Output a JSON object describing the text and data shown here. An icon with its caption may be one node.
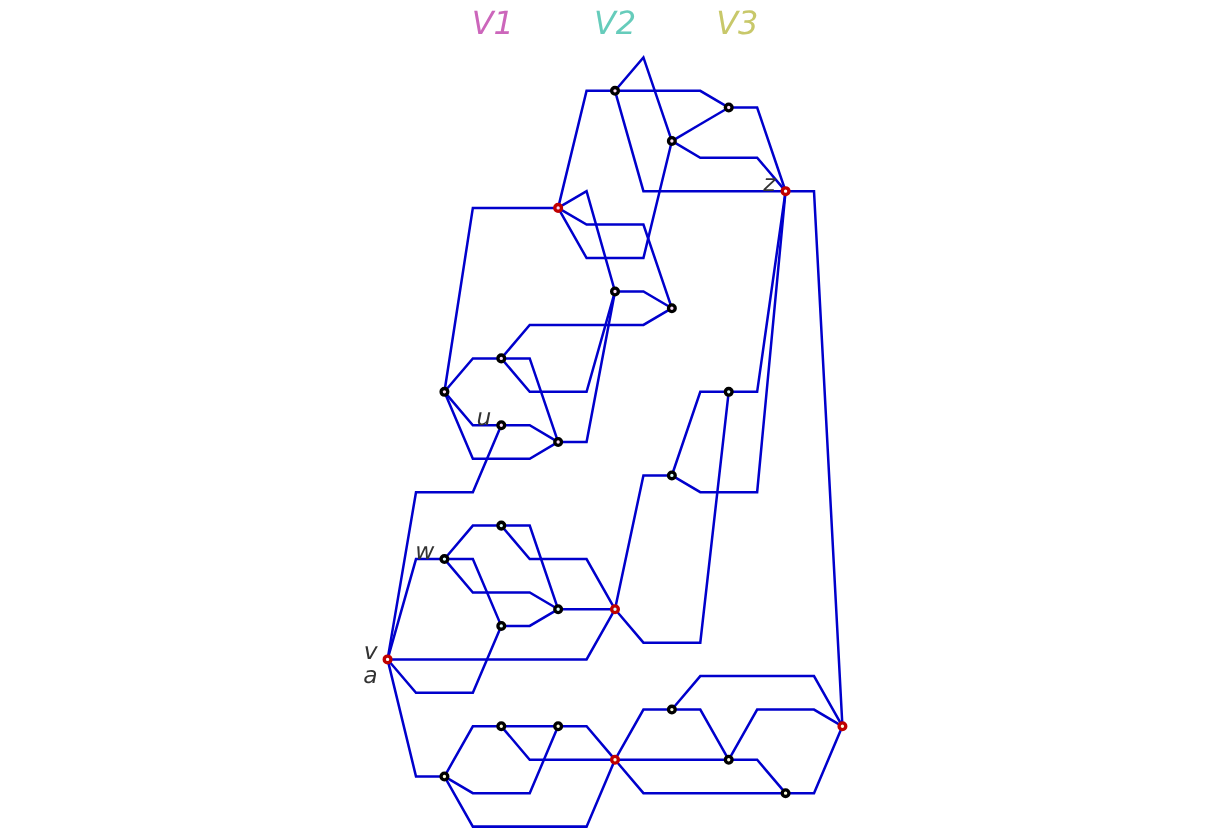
{
  "diagram": {
    "nodes": [
      {
        "text": [],
        "shape": "circle"
      },
      {
        "text": [],
        "shape": "circle"
      },
      {
        "text": [],
        "shape": "circle"
      },
      {
        "text": [],
        "shape": "circle"
      },
      {
        "text": [],
        "shape": "circle",
        "beside": [
          "u"
        ]
      },
      {
        "text": [],
        "shape": "circle"
      },
      {
        "text": [],
        "shape": "circle"
      },
      {
        "text": [],
        "shape": "circle"
      },
      {
        "text": [],
        "shape": "circle"
      },
      {
        "text": [],
        "shape": "circle"
      },
      {
        "text": [],
        "shape": "circle",
        "beside": [
          "w"
        ]
      },
      {
        "text": [],
        "shape": "circle"
      },
      {
        "text": [],
        "shape": "circle"
      },
      {
        "text": [],
        "shape": "circle",
        "beside": [
          "z"
        ]
      },
      {
        "text": [],
        "shape": "circle",
        "beside": [
          "v",
          "a"
        ]
      },
      {
        "text": [],
        "shape": "circle"
      },
      {
        "text": [],
        "shape": "circle"
      },
      {
        "text": [],
        "shape": "circle"
      },
      {
        "text": [],
        "shape": "circle"
      },
      {
        "text": [],
        "shape": "circle"
      },
      {
        "text": [],
        "shape": "circle"
      },
      {
        "text": [],
        "shape": "circle"
      },
      {
        "text": [],
        "shape": "circle"
      },
      {
        "text": [],
        "shape": "circle"
      },
      {
        "text": [],
        "shape": "circle"
      },
      {
        "text": [],
        "shape": "circle"
      },
      {
        "text": [],
        "shape": "circle"
      }
    ],
    "edges": [
      {
        "from": 2,
        "to": 0,
        "arrow": "none"
      },
      {
        "from": 2,
        "to": 3,
        "arrow": "none"
      },
      {
        "from": 2,
        "to": 4,
        "arrow": "none"
      },
      {
        "from": 2,
        "to": 9,
        "arrow": "none"
      },
      {
        "from": 0,
        "to": 1,
        "arrow": "none"
      },
      {
        "from": 0,
        "to": 8,
        "arrow": "none"
      },
      {
        "from": 0,
        "to": 5,
        "arrow": "none"
      },
      {
        "from": 0,
        "to": 6,
        "arrow": "none"
      },
      {
        "from": 3,
        "to": 5,
        "arrow": "none"
      },
      {
        "from": 3,
        "to": 9,
        "arrow": "none"
      },
      {
        "from": 3,
        "to": 8,
        "arrow": "none"
      },
      {
        "from": 4,
        "to": 9,
        "arrow": "none"
      },
      {
        "from": 9,
        "to": 8,
        "arrow": "none"
      },
      {
        "from": 8,
        "to": 5,
        "arrow": "none"
      },
      {
        "from": 1,
        "to": 6,
        "arrow": "none"
      },
      {
        "from": 1,
        "to": 7,
        "arrow": "none"
      },
      {
        "from": 1,
        "to": 13,
        "arrow": "none"
      },
      {
        "from": 6,
        "to": 7,
        "arrow": "none"
      },
      {
        "from": 6,
        "to": 13,
        "arrow": "none"
      },
      {
        "from": 7,
        "to": 13,
        "arrow": "none"
      },
      {
        "from": 14,
        "to": 4,
        "arrow": "none"
      },
      {
        "from": 14,
        "to": 10,
        "arrow": "none"
      },
      {
        "from": 14,
        "to": 15,
        "arrow": "none"
      },
      {
        "from": 14,
        "to": 17,
        "arrow": "none"
      },
      {
        "from": 14,
        "to": 21,
        "arrow": "none"
      },
      {
        "from": 10,
        "to": 11,
        "arrow": "none"
      },
      {
        "from": 10,
        "to": 17,
        "arrow": "none"
      },
      {
        "from": 10,
        "to": 18,
        "arrow": "none"
      },
      {
        "from": 11,
        "to": 18,
        "arrow": "none"
      },
      {
        "from": 11,
        "to": 15,
        "arrow": "none"
      },
      {
        "from": 17,
        "to": 18,
        "arrow": "none"
      },
      {
        "from": 18,
        "to": 15,
        "arrow": "none"
      },
      {
        "from": 15,
        "to": 12,
        "arrow": "none"
      },
      {
        "from": 15,
        "to": 16,
        "arrow": "none"
      },
      {
        "from": 12,
        "to": 16,
        "arrow": "none"
      },
      {
        "from": 12,
        "to": 13,
        "arrow": "none"
      },
      {
        "from": 16,
        "to": 13,
        "arrow": "none"
      },
      {
        "from": 13,
        "to": 19,
        "arrow": "none"
      },
      {
        "from": 21,
        "to": 22,
        "arrow": "none"
      },
      {
        "from": 21,
        "to": 25,
        "arrow": "none"
      },
      {
        "from": 21,
        "to": 26,
        "arrow": "none"
      },
      {
        "from": 22,
        "to": 25,
        "arrow": "none"
      },
      {
        "from": 22,
        "to": 26,
        "arrow": "none"
      },
      {
        "from": 25,
        "to": 26,
        "arrow": "none"
      },
      {
        "from": 26,
        "to": 20,
        "arrow": "none"
      },
      {
        "from": 26,
        "to": 23,
        "arrow": "none"
      },
      {
        "from": 26,
        "to": 24,
        "arrow": "none"
      },
      {
        "from": 20,
        "to": 19,
        "arrow": "none"
      },
      {
        "from": 20,
        "to": 23,
        "arrow": "none"
      },
      {
        "from": 23,
        "to": 19,
        "arrow": "none"
      },
      {
        "from": 23,
        "to": 24,
        "arrow": "none"
      },
      {
        "from": 24,
        "to": 19,
        "arrow": "none"
      }
    ],
    "labels": [
      "V1",
      "V2",
      "V3"
    ]
  }
}
